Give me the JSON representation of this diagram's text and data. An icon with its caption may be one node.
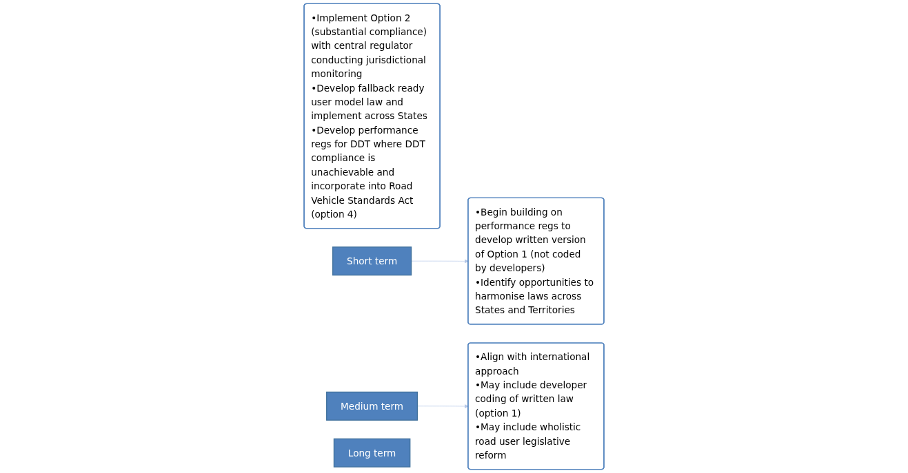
{
  "diagram": {
    "nodes": [
      {
        "text": [
          "•Implement Option 2 (substantial compliance) with central regulator conducting jurisdictional monitoring",
          "•Develop fallback ready user model law and implement across States",
          "•Develop performance regs for DDT where DDT compliance is unachievable and incorporate into Road Vehicle Standards Act (option 4)"
        ]
      },
      {
        "text": [
          "Short term"
        ]
      },
      {
        "text": [
          "Medium term"
        ]
      },
      {
        "text": [
          "•Begin building on performance regs to develop written version of Option 1 (not coded by developers)",
          "•Identify opportunities to harmonise laws across States and Territories"
        ]
      },
      {
        "text": [
          "•Align with international approach",
          "•May include developer coding of written law (option 1)",
          "•May include wholistic road user legislative reform"
        ]
      },
      {
        "text": [
          "Long term"
        ]
      }
    ],
    "edges": [
      {
        "from": 1,
        "to": 3,
        "arrow": "to",
        "color": "#b4c7e7"
      },
      {
        "from": 2,
        "to": 4,
        "arrow": "to",
        "color": "#b4c7e7"
      }
    ]
  }
}
